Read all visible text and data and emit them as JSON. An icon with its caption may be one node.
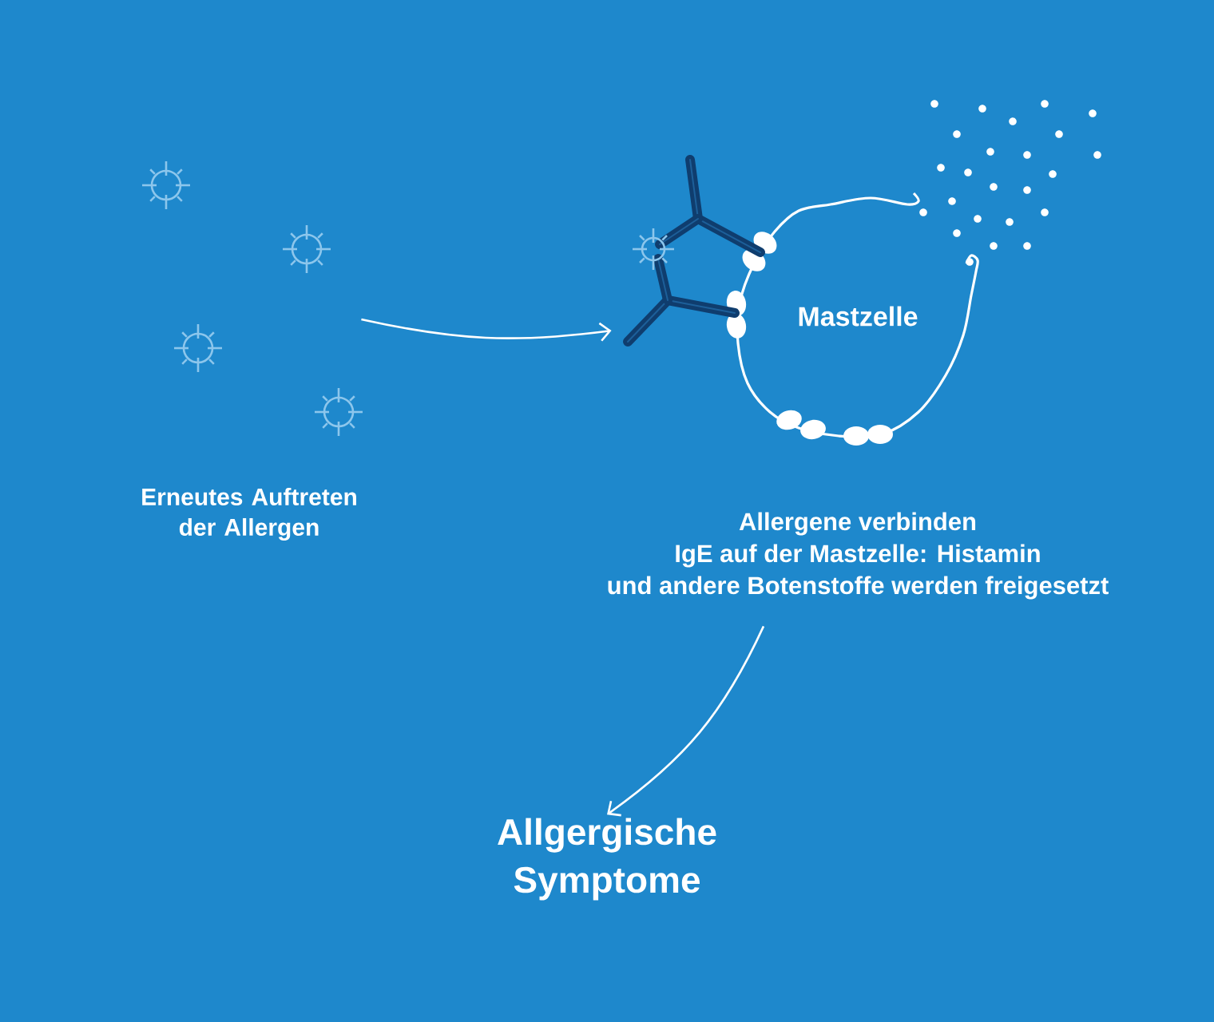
{
  "diagram": {
    "nodes": [
      {
        "text": [],
        "shape": "picture",
        "beside": [
          "Erneutes Auftreten der Allergen"
        ]
      },
      {
        "text": [
          "Mastzelle"
        ],
        "beside": [
          "Allergene verbinden IgE auf der Mastzelle: Histamin und andere Botenstoffe werden freigesetzt"
        ]
      },
      {
        "text": [
          "Allgergische Symptome"
        ]
      }
    ],
    "edges": [
      {
        "from": 0,
        "to": 1,
        "arrow": "to"
      },
      {
        "from": 1,
        "to": 2,
        "arrow": "to"
      }
    ]
  }
}
